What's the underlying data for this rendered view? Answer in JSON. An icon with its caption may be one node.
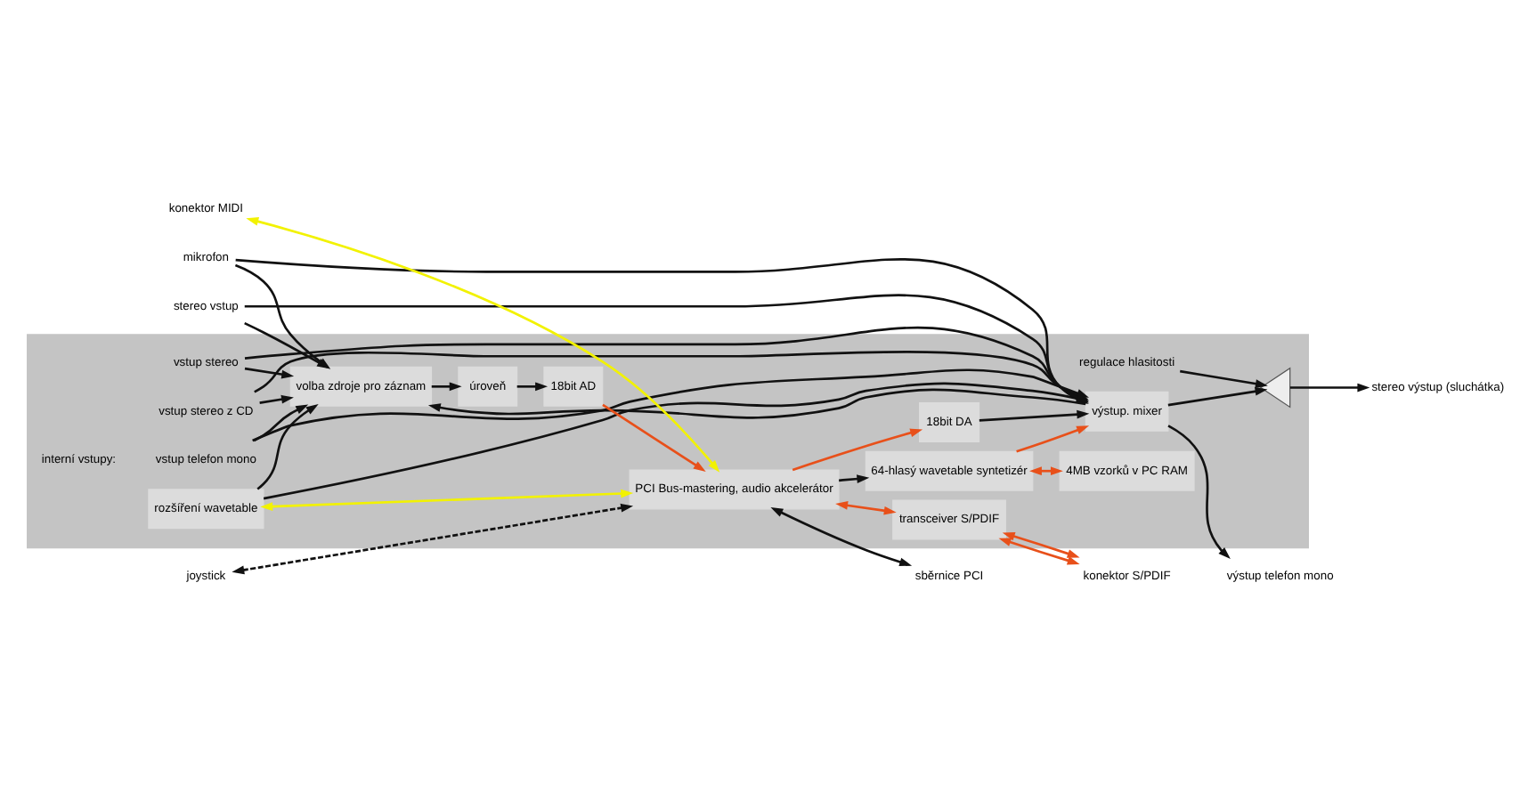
{
  "diagram": {
    "nodes": [
      {
        "text": [],
        "shape": "box"
      },
      {
        "text": [
          "vstup telefon mono"
        ],
        "in": 0
      },
      {
        "text": [
          "vstup stereo"
        ],
        "in": 0
      },
      {
        "text": [
          "vstup stereo z CD"
        ],
        "in": 0
      },
      {
        "text": [
          "mikrofon"
        ]
      },
      {
        "text": [
          "stereo vstup"
        ]
      },
      {
        "text": [
          "volba zdroje pro záznam"
        ],
        "in": 0
      },
      {
        "text": [
          "výstup. mixer"
        ],
        "in": 0
      },
      {
        "text": [],
        "shape": "triangle",
        "in": 0
      },
      {
        "text": [
          "výstup telefon mono"
        ]
      },
      {
        "text": [
          "stereo výstup (sluchátka)"
        ]
      },
      {
        "text": [
          "regulace hlasitosti"
        ],
        "in": 0
      },
      {
        "text": [
          "rozšíření wavetable"
        ],
        "in": 0
      },
      {
        "text": [
          "úroveň"
        ],
        "in": 0
      },
      {
        "text": [
          "18bit AD"
        ],
        "in": 0
      },
      {
        "text": [
          "64-hlasý wavetable syntetizér"
        ],
        "in": 0
      },
      {
        "text": [
          "18bit DA"
        ],
        "in": 0
      },
      {
        "text": [
          "PCI Bus-mastering, audio akcelerátor"
        ],
        "in": 0
      },
      {
        "text": [
          "transceiver S/PDIF"
        ],
        "in": 0
      },
      {
        "text": [
          "4MB vzorků v PC RAM"
        ],
        "in": 0
      },
      {
        "text": [
          "konektor MIDI"
        ]
      },
      {
        "text": [
          "joystick"
        ]
      },
      {
        "text": [
          "konektor S/PDIF"
        ]
      },
      {
        "text": [
          "sběrnice PCI"
        ]
      }
    ],
    "edges": [
      {
        "from": 1,
        "to": 7,
        "arrow": "to"
      },
      {
        "from": 2,
        "to": 7,
        "arrow": "to"
      },
      {
        "from": 3,
        "to": 7,
        "arrow": "to"
      },
      {
        "from": 4,
        "to": 7,
        "arrow": "to"
      },
      {
        "from": 5,
        "to": 7,
        "arrow": "to"
      },
      {
        "from": 12,
        "to": 7,
        "arrow": "to"
      },
      {
        "from": 15,
        "to": 7,
        "arrow": "to",
        "color": "#e8501a"
      },
      {
        "from": 16,
        "to": 7,
        "arrow": "to"
      },
      {
        "from": 1,
        "to": 6,
        "arrow": "to"
      },
      {
        "from": 2,
        "to": 6,
        "arrow": "to"
      },
      {
        "from": 3,
        "to": 6,
        "arrow": "to"
      },
      {
        "from": 4,
        "to": 6,
        "arrow": "to"
      },
      {
        "from": 5,
        "to": 6,
        "arrow": "to"
      },
      {
        "from": 12,
        "to": 6,
        "arrow": "to"
      },
      {
        "from": 7,
        "to": 6,
        "arrow": "to"
      },
      {
        "from": 7,
        "to": 9,
        "arrow": "to"
      },
      {
        "from": 7,
        "to": 8,
        "arrow": "to"
      },
      {
        "from": 8,
        "to": 10,
        "arrow": "to"
      },
      {
        "from": 11,
        "to": 8,
        "arrow": "to"
      },
      {
        "from": 6,
        "to": 13,
        "arrow": "to"
      },
      {
        "from": 13,
        "to": 14,
        "arrow": "to"
      },
      {
        "from": 14,
        "to": 17,
        "arrow": "to",
        "color": "#e8501a"
      },
      {
        "from": 12,
        "to": 17,
        "arrow": "both",
        "color": "#f2f200"
      },
      {
        "from": 20,
        "to": 17,
        "arrow": "both",
        "color": "#f2f200"
      },
      {
        "from": 21,
        "to": 17,
        "arrow": "both",
        "style": "dashed"
      },
      {
        "from": 17,
        "to": 15,
        "arrow": "to"
      },
      {
        "from": 17,
        "to": 16,
        "arrow": "to",
        "color": "#e8501a"
      },
      {
        "from": 15,
        "to": 19,
        "arrow": "both",
        "color": "#e8501a"
      },
      {
        "from": 17,
        "to": 18,
        "arrow": "both",
        "color": "#e8501a"
      },
      {
        "from": 18,
        "to": 22,
        "arrow": "both",
        "color": "#e8501a"
      },
      {
        "from": 18,
        "to": 22,
        "arrow": "both",
        "color": "#e8501a"
      },
      {
        "from": 17,
        "to": 23,
        "arrow": "both"
      }
    ],
    "labels": [
      "interní vstupy:"
    ]
  }
}
